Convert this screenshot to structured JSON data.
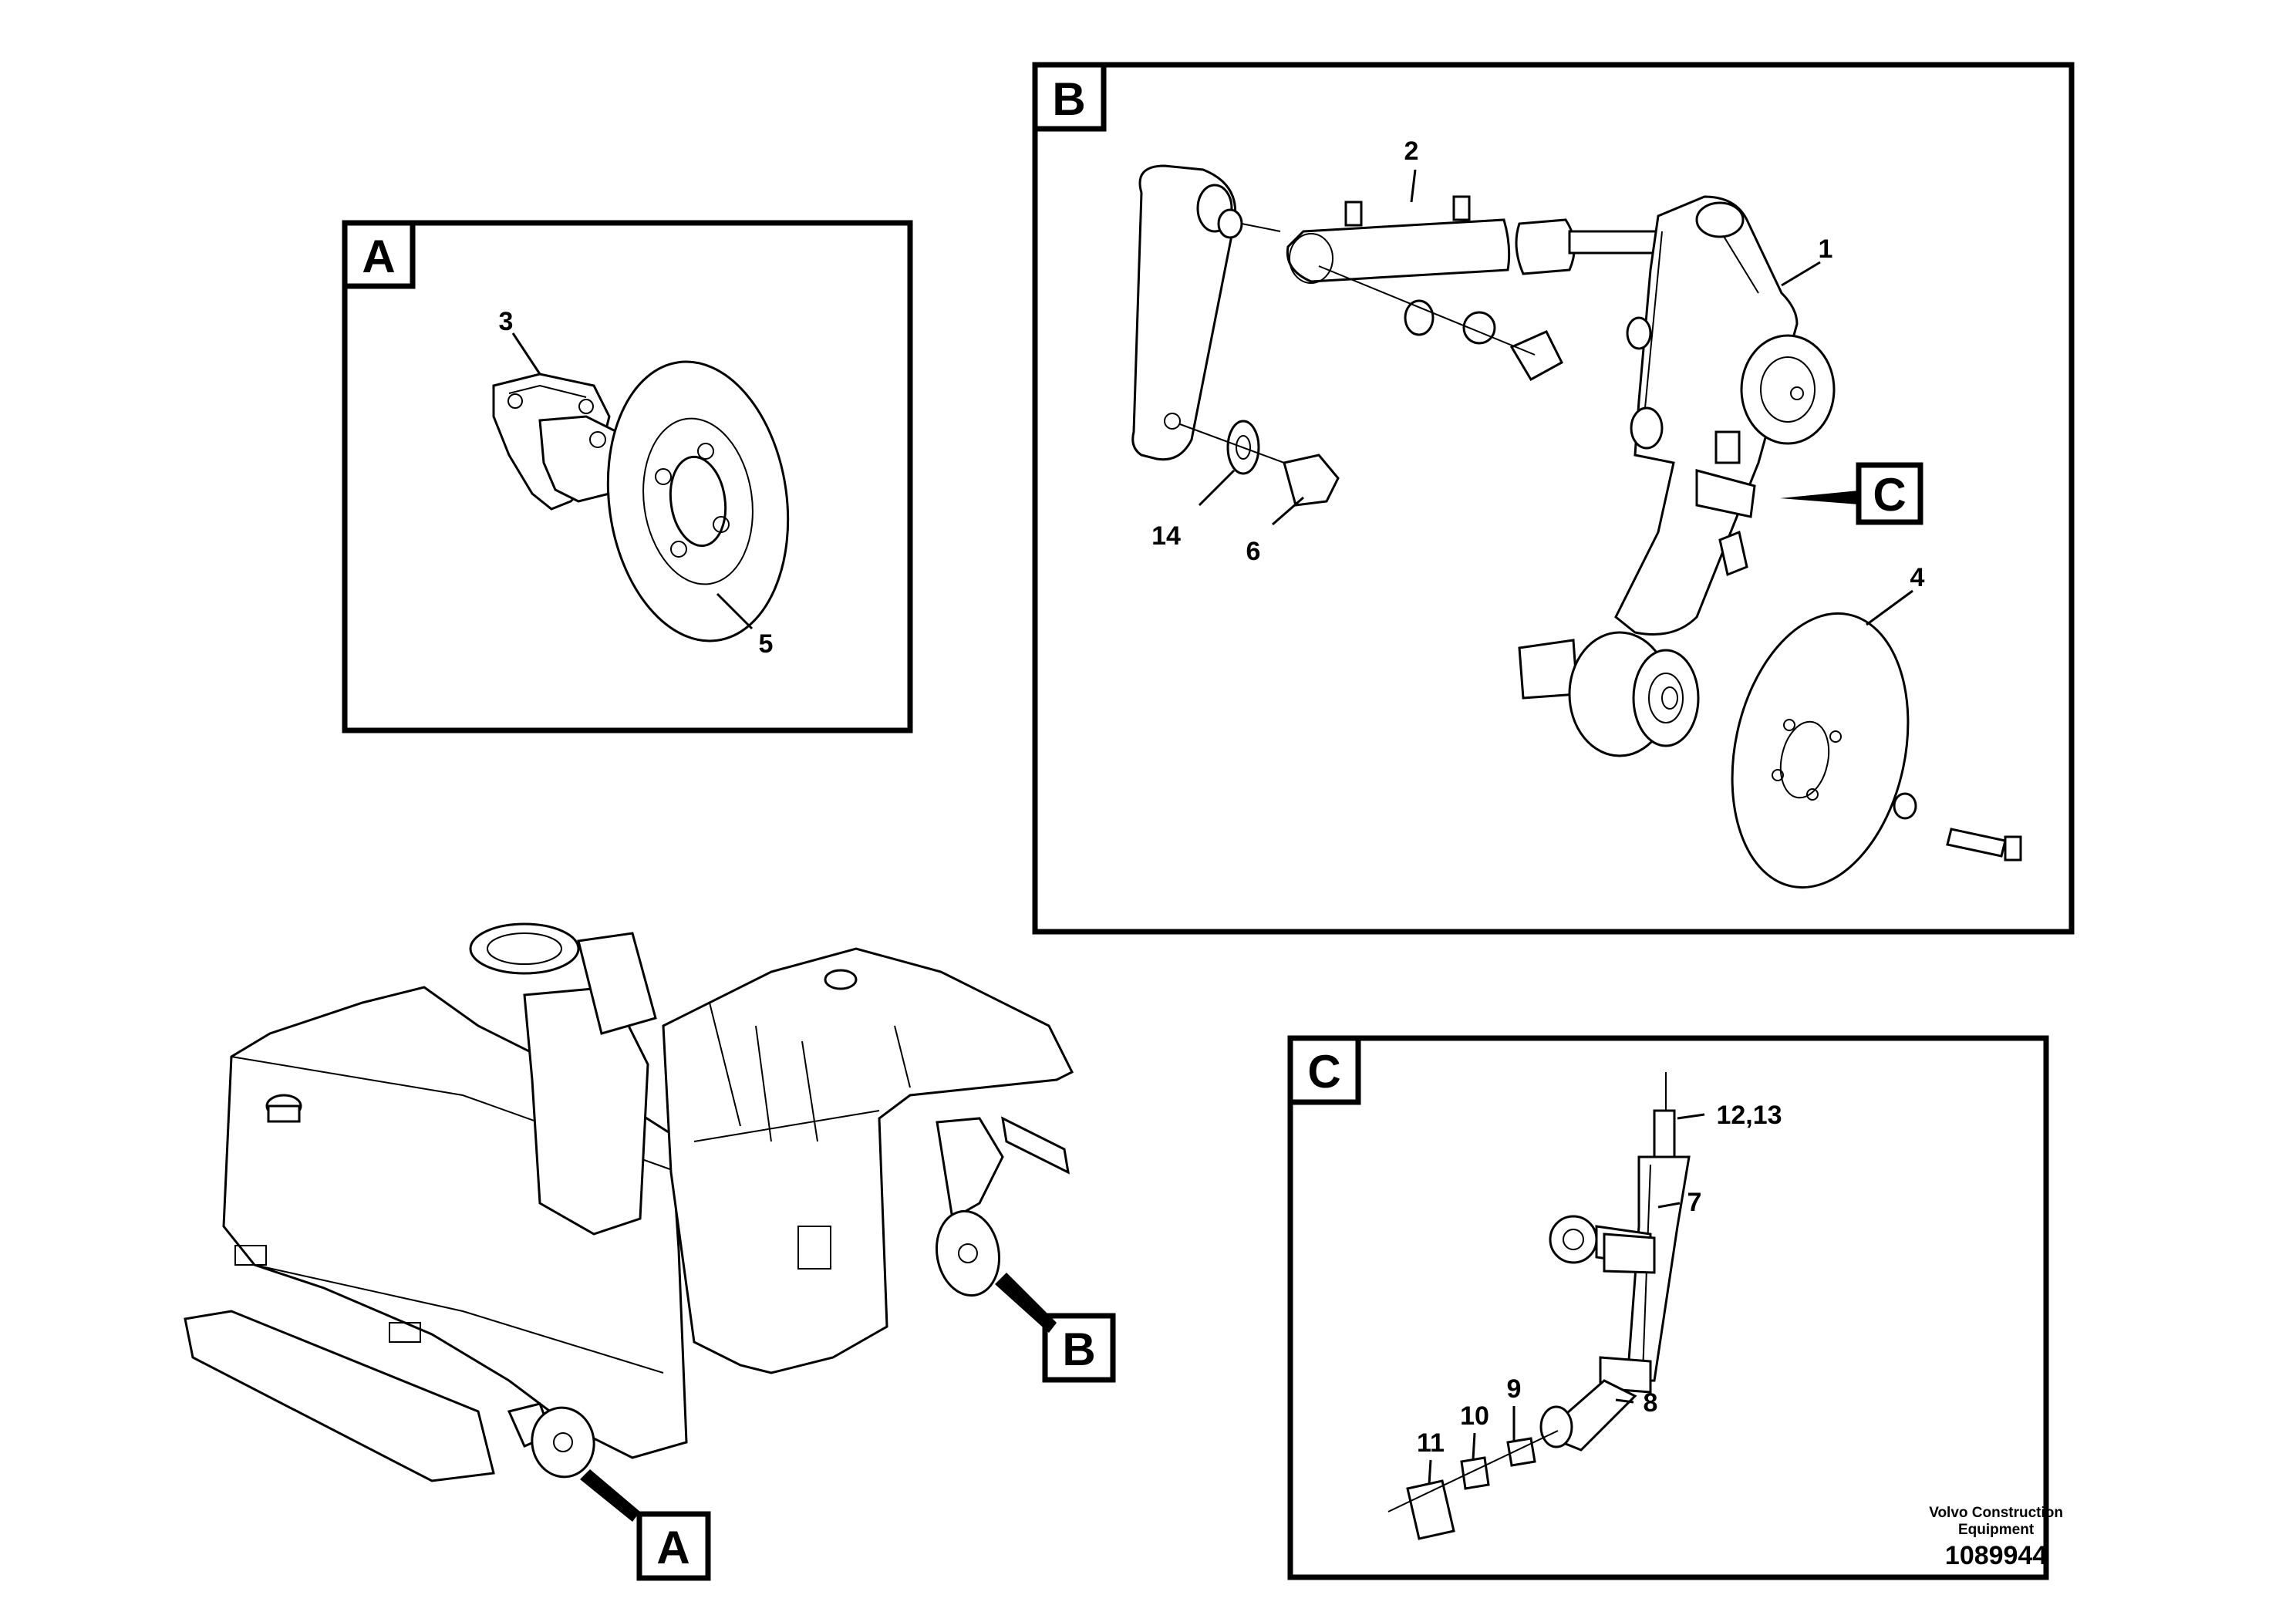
{
  "views": [
    {
      "id": "A",
      "label": "A"
    },
    {
      "id": "B",
      "label": "B"
    },
    {
      "id": "C",
      "label": "C"
    }
  ],
  "callouts": {
    "A": {
      "letter": "A"
    },
    "B": {
      "letter": "B"
    },
    "C": {
      "letter": "C"
    }
  },
  "parts": {
    "p1": "1",
    "p2": "2",
    "p3": "3",
    "p4": "4",
    "p5": "5",
    "p6": "6",
    "p7": "7",
    "p8": "8",
    "p9": "9",
    "p10": "10",
    "p11": "11",
    "p12_13": "12,13",
    "p14": "14"
  },
  "credit": {
    "line1": "Volvo Construction",
    "line2": "Equipment",
    "drawing_number": "1089944"
  }
}
